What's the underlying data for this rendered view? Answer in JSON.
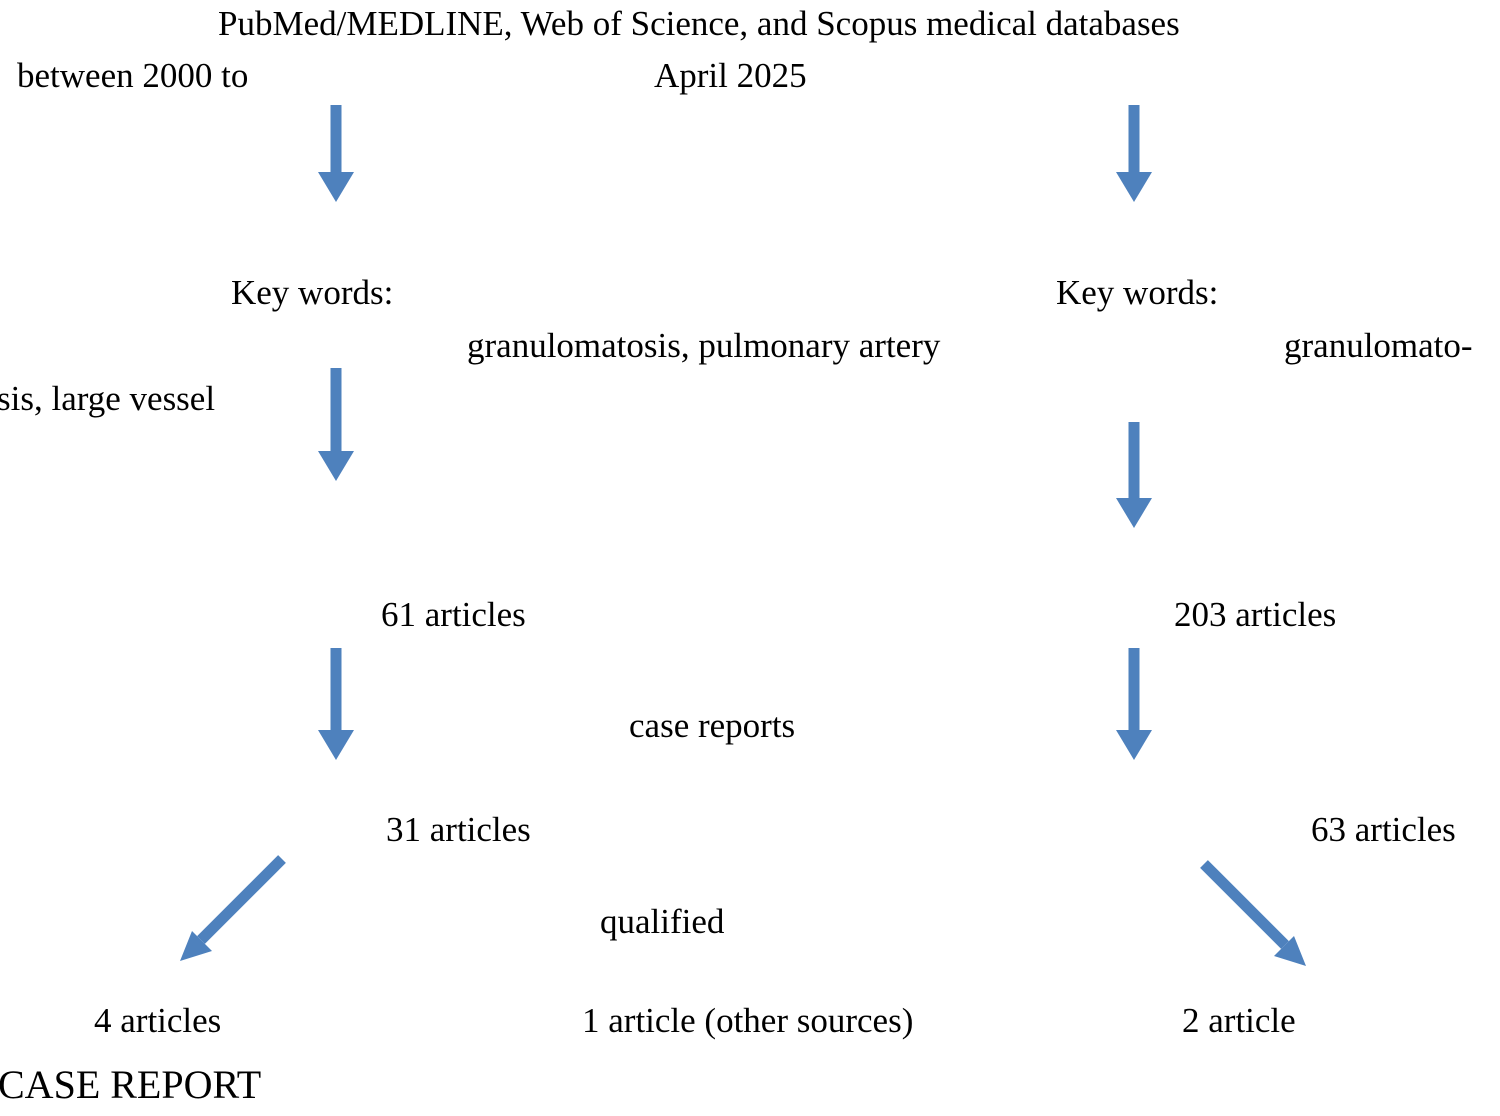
{
  "document": {
    "title": "Literature search flow diagram",
    "type": "flowchart"
  },
  "theme": {
    "arrow_color": "#4E81BD",
    "text_color": "#000000",
    "background": "#FFFFFF"
  },
  "chart_data": {
    "type": "diagram",
    "title": "PubMed/MEDLINE, Web of Science, and Scopus medical databases",
    "nodes": [
      {
        "id": "source",
        "label": "PubMed/MEDLINE, Web of Science, and Scopus medical databases"
      },
      {
        "id": "daterange_left",
        "label": "between 2000 to"
      },
      {
        "id": "daterange_right",
        "label": "April 2025"
      },
      {
        "id": "keywords_left_heading",
        "label": "Key words:"
      },
      {
        "id": "keywords_right_heading",
        "label": "Key words:"
      },
      {
        "id": "keywords_left_terms",
        "label": "granulomatosis, pulmonary artery"
      },
      {
        "id": "keywords_right_terms_a",
        "label": "granulomato-"
      },
      {
        "id": "keywords_right_terms_b",
        "label": "sis, large vessel"
      },
      {
        "id": "count_left_1",
        "label": "61 articles",
        "value": 61
      },
      {
        "id": "count_right_1",
        "label": "203 articles",
        "value": 203
      },
      {
        "id": "filter_case_reports",
        "label": "case reports"
      },
      {
        "id": "count_left_2",
        "label": "31 articles",
        "value": 31
      },
      {
        "id": "count_right_2",
        "label": "63 articles",
        "value": 63
      },
      {
        "id": "filter_qualified",
        "label": "qualified"
      },
      {
        "id": "final_left",
        "label": "4 articles",
        "value": 4
      },
      {
        "id": "final_middle",
        "label": "1 article (other  sources)",
        "value": 1
      },
      {
        "id": "final_right",
        "label": "2 article",
        "value": 2
      },
      {
        "id": "case_report",
        "label": "CASE REPORT"
      }
    ],
    "edges": [
      {
        "from": "source",
        "to": "keywords_left_heading",
        "direction": "down"
      },
      {
        "from": "source",
        "to": "keywords_right_heading",
        "direction": "down"
      },
      {
        "from": "keywords_left_terms",
        "to": "count_left_1",
        "direction": "down"
      },
      {
        "from": "keywords_right_terms_b",
        "to": "count_right_1",
        "direction": "down"
      },
      {
        "from": "count_left_1",
        "to": "count_left_2",
        "direction": "down",
        "label": "case reports"
      },
      {
        "from": "count_right_1",
        "to": "count_right_2",
        "direction": "down",
        "label": "case reports"
      },
      {
        "from": "count_left_2",
        "to": "final_left",
        "direction": "down-left",
        "label": "qualified"
      },
      {
        "from": "count_right_2",
        "to": "final_right",
        "direction": "down-right",
        "label": "qualified"
      }
    ]
  },
  "labels": {
    "source_databases": "PubMed/MEDLINE, Web of Science, and Scopus medical databases",
    "between_2000_to": "between 2000 to",
    "april_2025": "April 2025",
    "key_words_left": "Key words:",
    "key_words_right": "Key words:",
    "terms_left": "granulomatosis, pulmonary artery",
    "terms_right_part1": "granulomato-",
    "terms_right_part2": "sis, large vessel",
    "articles_61": "61 articles",
    "articles_203": "203 articles",
    "case_reports": "case reports",
    "articles_31": "31 articles",
    "articles_63": "63 articles",
    "qualified": "qualified",
    "articles_4": "4 articles",
    "article_1_other": "1 article (other  sources)",
    "article_2": "2 article",
    "case_report": "CASE REPORT"
  }
}
